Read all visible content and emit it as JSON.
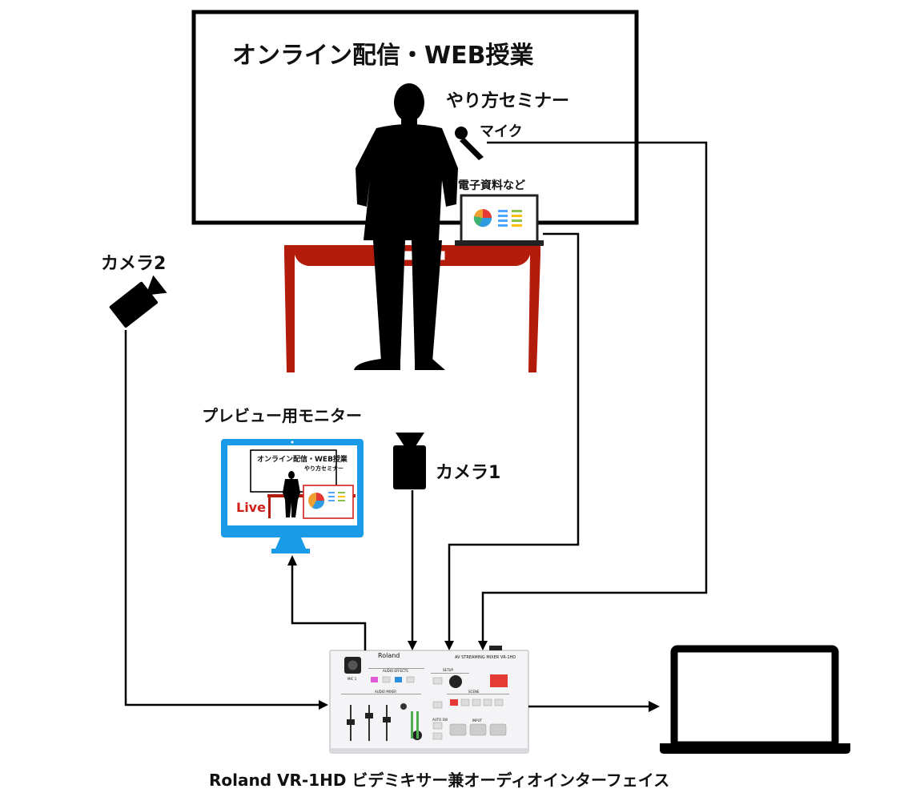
{
  "stage": {
    "title": "オンライン配信・WEB授業",
    "subtitle": "やり方セミナー"
  },
  "labels": {
    "mic": "マイク",
    "materials": "電子資料など",
    "camera2": "カメラ2",
    "camera1": "カメラ1",
    "preview_monitor": "プレビュー用モニター"
  },
  "monitor_screen": {
    "title": "オンライン配信・WEB授業",
    "subtitle": "やり方セミナー",
    "live_badge": "Live"
  },
  "mixer": {
    "brand": "Roland",
    "model_caption": "AV STREAMING MIXER VR-1HD",
    "section_audio_effects": "AUDIO EFFECTS",
    "section_audio_mixer": "AUDIO MIXER",
    "section_setup": "SETUP",
    "section_scene": "SCENE",
    "section_input": "INPUT",
    "section_auto_sw": "AUTO SW",
    "mic_label": "MIC 1"
  },
  "caption": "Roland VR-1HD ビデミキサー兼オーディオインターフェイス",
  "colors": {
    "table": "#b31b0b",
    "monitor": "#1a9be8",
    "live": "#d0201a",
    "silhouette": "#000000"
  },
  "icons": [
    "microphone-icon",
    "video-camera-icon",
    "laptop-icon",
    "monitor-icon",
    "person-silhouette-icon",
    "pie-chart-icon"
  ]
}
